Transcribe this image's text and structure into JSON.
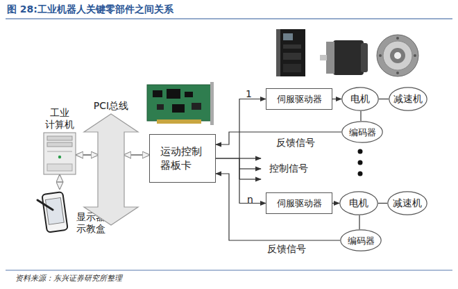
{
  "diagram": {
    "title": "图 28:工业机器人关键零部件之间关系",
    "caption": "资料来源：东兴证券研究所整理",
    "nodes": [
      {
        "text": [
          "工业 计算机"
        ]
      },
      {
        "text": [
          "显示器/ 示教盒"
        ]
      },
      {
        "text": [
          "PCI总线"
        ]
      },
      {
        "text": [
          "运动控制 器板卡"
        ]
      },
      {
        "text": [
          "伺服驱动器"
        ]
      },
      {
        "text": [
          "电机"
        ]
      },
      {
        "text": [
          "减速机"
        ]
      },
      {
        "text": [
          "编码器"
        ]
      },
      {
        "text": [
          "伺服驱动器"
        ]
      },
      {
        "text": [
          "电机"
        ]
      },
      {
        "text": [
          "减速机"
        ]
      },
      {
        "text": [
          "编码器"
        ]
      }
    ],
    "edges": [
      {
        "from": 0,
        "to": 2,
        "arrow": "both"
      },
      {
        "from": 2,
        "to": 3,
        "arrow": "both"
      },
      {
        "from": 0,
        "to": 1,
        "arrow": "both"
      },
      {
        "from": 3,
        "to": 4,
        "arrow": "to"
      },
      {
        "from": 4,
        "to": 5,
        "arrow": "to"
      },
      {
        "from": 5,
        "to": 6,
        "arrow": "none"
      },
      {
        "from": 5,
        "to": 7,
        "arrow": "none"
      },
      {
        "from": 7,
        "to": 3,
        "arrow": "to",
        "label": "反馈信号"
      },
      {
        "from": 3,
        "to": 8,
        "arrow": "to"
      },
      {
        "from": 8,
        "to": 9,
        "arrow": "to"
      },
      {
        "from": 9,
        "to": 10,
        "arrow": "none"
      },
      {
        "from": 9,
        "to": 11,
        "arrow": "none"
      },
      {
        "from": 11,
        "to": 3,
        "arrow": "to",
        "label": "反馈信号"
      }
    ],
    "labels": [
      "1",
      "控制信号",
      "n"
    ]
  }
}
